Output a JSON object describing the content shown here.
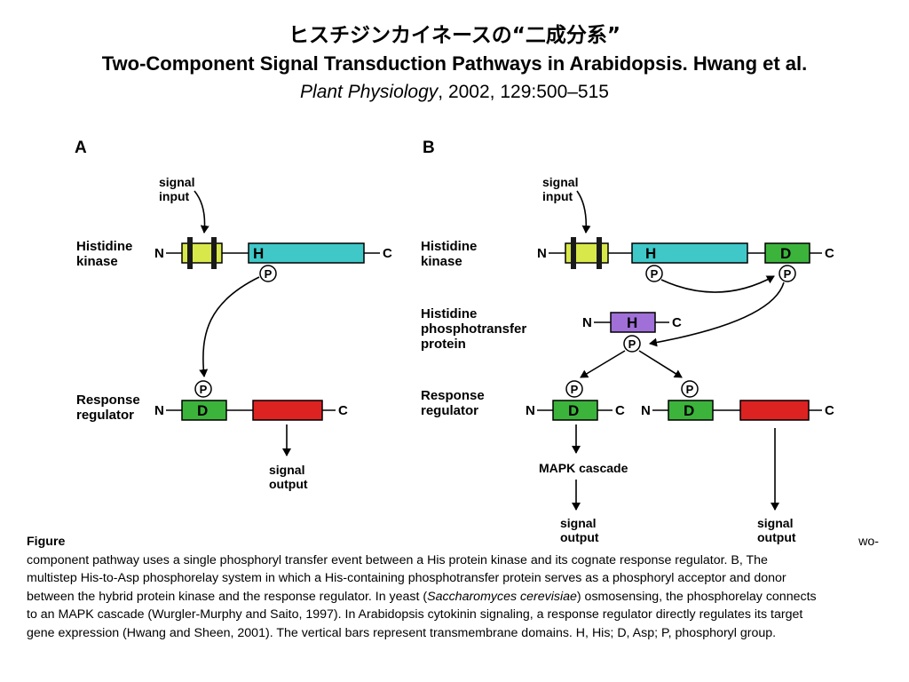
{
  "header": {
    "title_jp": "ヒスチジンカイネースの“二成分系”",
    "title_en": "Two-Component Signal Transduction Pathways in Arabidopsis. Hwang et al.",
    "journal": "Plant Physiology",
    "citation_rest": ", 2002, 129:500–515"
  },
  "diagram": {
    "panel_a": "A",
    "panel_b": "B",
    "signal_input": [
      "signal",
      "input"
    ],
    "histidine_kinase": [
      "Histidine",
      "kinase"
    ],
    "response_regulator": [
      "Response",
      "regulator"
    ],
    "phosphotransfer_protein": [
      "Histidine",
      "phosphotransfer",
      "protein"
    ],
    "signal_output": [
      "signal",
      "output"
    ],
    "mapk_cascade": "MAPK cascade",
    "n_terminal": "N",
    "c_terminal": "C",
    "his_domain": "H",
    "asp_domain": "D",
    "phosphoryl": "P",
    "colors": {
      "his_domain": "#40c8c8",
      "asp_domain": "#3cb43c",
      "transmembrane": "#d8e84a",
      "hpt_domain": "#a070d8",
      "output_domain": "#dd2222"
    }
  },
  "caption": {
    "figure_label": "Figure",
    "lines": [
      "wo-",
      "component pathway uses a single phosphoryl transfer event between a His protein kinase and its cognate response regulator. B, The",
      "multistep His-to-Asp phosphorelay system in which a His-containing phosphotransfer protein serves as a phosphoryl acceptor and donor",
      "between the hybrid protein kinase and the response regulator. In yeast (",
      "Saccharomyces cerevisiae",
      ") osmosensing, the phosphorelay connects",
      "to an MAPK cascade (Wurgler-Murphy and Saito, 1997). In Arabidopsis cytokinin signaling, a response regulator directly regulates its target",
      "gene expression (Hwang and Sheen, 2001). The vertical bars represent transmembrane domains. H, His; D, Asp; P, phosphoryl group."
    ]
  }
}
